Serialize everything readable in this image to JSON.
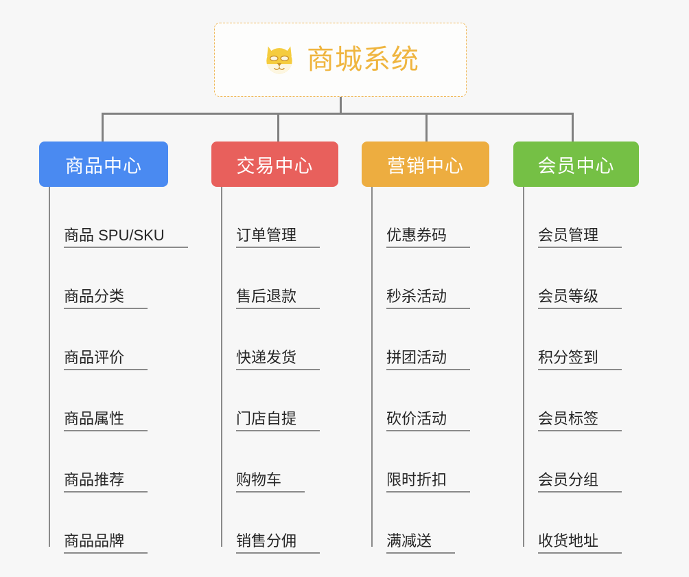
{
  "root": {
    "title": "商城系统",
    "icon": "dog-face-emoji",
    "color": "#efb53f",
    "border_color": "#f0b95b"
  },
  "columns": [
    {
      "title": "商品中心",
      "color": "#4a8af1",
      "items": [
        {
          "label": "商品 SPU/SKU"
        },
        {
          "label": "商品分类"
        },
        {
          "label": "商品评价"
        },
        {
          "label": "商品属性"
        },
        {
          "label": "商品推荐"
        },
        {
          "label": "商品品牌"
        }
      ]
    },
    {
      "title": "交易中心",
      "color": "#e8605c",
      "items": [
        {
          "label": "订单管理"
        },
        {
          "label": "售后退款"
        },
        {
          "label": "快递发货"
        },
        {
          "label": "门店自提"
        },
        {
          "label": "购物车"
        },
        {
          "label": "销售分佣"
        }
      ]
    },
    {
      "title": "营销中心",
      "color": "#edad40",
      "items": [
        {
          "label": "优惠券码"
        },
        {
          "label": "秒杀活动"
        },
        {
          "label": "拼团活动"
        },
        {
          "label": "砍价活动"
        },
        {
          "label": "限时折扣"
        },
        {
          "label": "满减送"
        }
      ]
    },
    {
      "title": "会员中心",
      "color": "#75c045",
      "items": [
        {
          "label": "会员管理"
        },
        {
          "label": "会员等级"
        },
        {
          "label": "积分签到"
        },
        {
          "label": "会员标签"
        },
        {
          "label": "会员分组"
        },
        {
          "label": "收货地址"
        }
      ]
    }
  ],
  "theme": {
    "background": "#f7f7f7",
    "connector_color": "#808080",
    "leaf_line_color": "#8a8a8a",
    "leaf_text_color": "#262626"
  }
}
